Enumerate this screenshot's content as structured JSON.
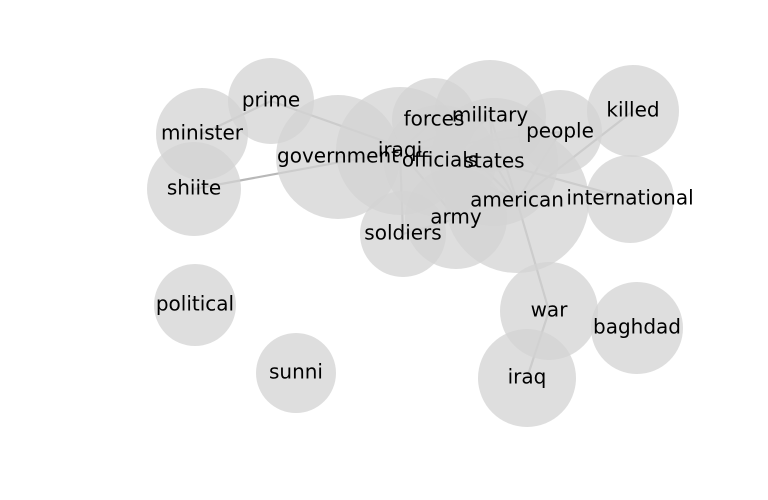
{
  "diagram": {
    "type": "word-cooccurrence-network",
    "nodes": [
      {
        "id": "government",
        "label": "government"
      },
      {
        "id": "iraqi",
        "label": "iraqi"
      },
      {
        "id": "military",
        "label": "military"
      },
      {
        "id": "forces",
        "label": "forces"
      },
      {
        "id": "american",
        "label": "american"
      },
      {
        "id": "states",
        "label": "states"
      },
      {
        "id": "officials",
        "label": "officials"
      },
      {
        "id": "army",
        "label": "army"
      },
      {
        "id": "people",
        "label": "people"
      },
      {
        "id": "killed",
        "label": "killed"
      },
      {
        "id": "international",
        "label": "international"
      },
      {
        "id": "soldiers",
        "label": "soldiers"
      },
      {
        "id": "prime",
        "label": "prime"
      },
      {
        "id": "minister",
        "label": "minister"
      },
      {
        "id": "shiite",
        "label": "shiite"
      },
      {
        "id": "political",
        "label": "political"
      },
      {
        "id": "sunni",
        "label": "sunni"
      },
      {
        "id": "war",
        "label": "war"
      },
      {
        "id": "baghdad",
        "label": "baghdad"
      },
      {
        "id": "iraq",
        "label": "iraq"
      }
    ],
    "edges": [
      [
        "prime",
        "minister"
      ],
      [
        "prime",
        "officials"
      ],
      [
        "shiite",
        "iraqi"
      ],
      [
        "government",
        "iraqi"
      ],
      [
        "iraqi",
        "military"
      ],
      [
        "iraqi",
        "forces"
      ],
      [
        "iraqi",
        "states"
      ],
      [
        "iraqi",
        "american"
      ],
      [
        "iraqi",
        "soldiers"
      ],
      [
        "iraqi",
        "army"
      ],
      [
        "iraqi",
        "people"
      ],
      [
        "forces",
        "military"
      ],
      [
        "forces",
        "american"
      ],
      [
        "forces",
        "army"
      ],
      [
        "military",
        "officials"
      ],
      [
        "military",
        "states"
      ],
      [
        "military",
        "american"
      ],
      [
        "officials",
        "american"
      ],
      [
        "officials",
        "army"
      ],
      [
        "states",
        "american"
      ],
      [
        "states",
        "international"
      ],
      [
        "american",
        "people"
      ],
      [
        "american",
        "killed"
      ],
      [
        "american",
        "soldiers"
      ],
      [
        "american",
        "war"
      ],
      [
        "war",
        "iraq"
      ]
    ]
  }
}
